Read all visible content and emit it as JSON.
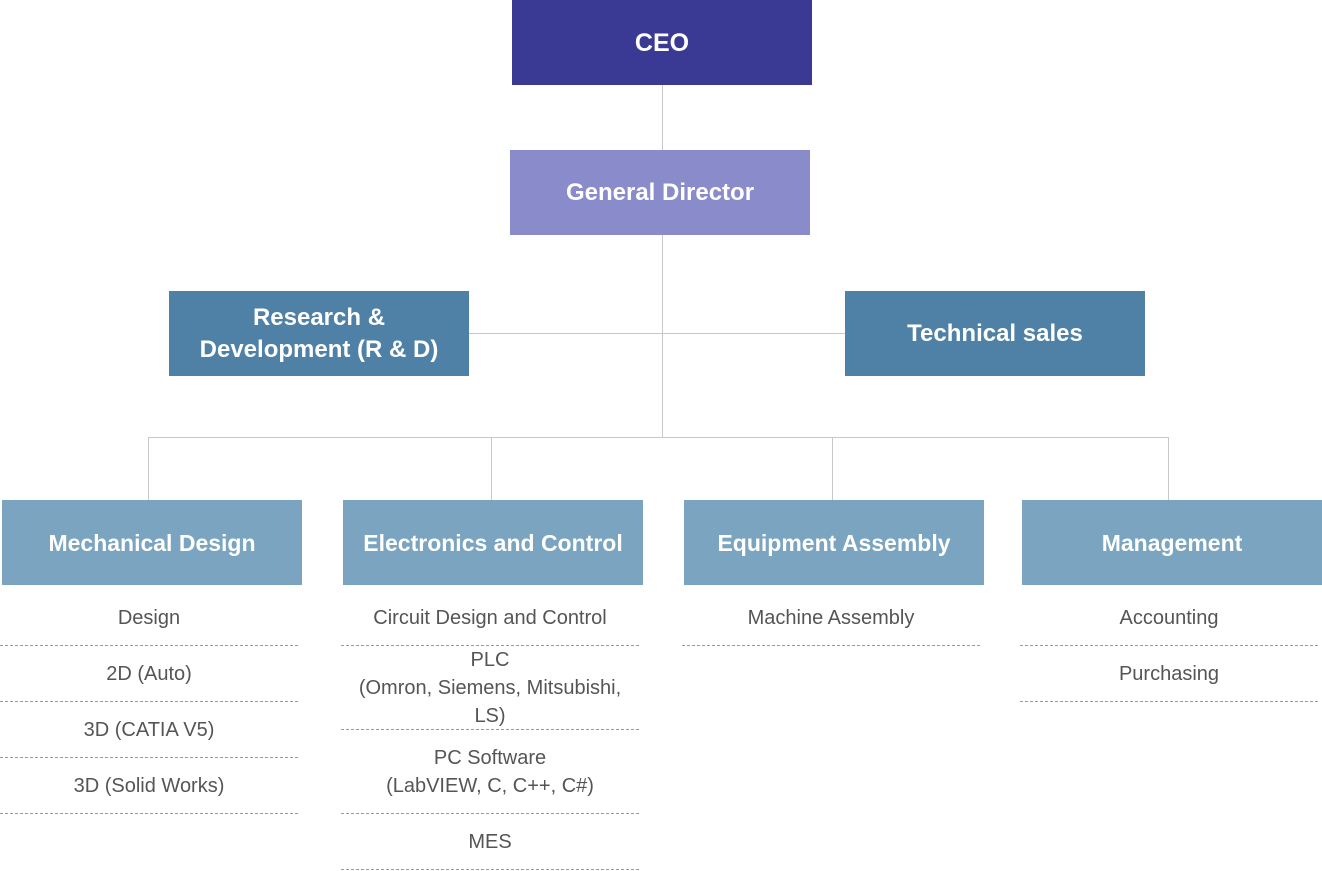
{
  "ceo": {
    "label": "CEO"
  },
  "general_director": {
    "label": "General Director"
  },
  "research_development": {
    "line1": "Research &",
    "line2": "Development (R & D)"
  },
  "technical_sales": {
    "label": "Technical sales"
  },
  "departments": [
    {
      "label": "Mechanical Design",
      "items": [
        {
          "line1": "Design"
        },
        {
          "line1": "2D (Auto)"
        },
        {
          "line1": "3D (CATIA V5)"
        },
        {
          "line1": "3D (Solid Works)"
        }
      ]
    },
    {
      "label": "Electronics and Control",
      "items": [
        {
          "line1": "Circuit Design and Control"
        },
        {
          "line1": "PLC",
          "line2": "(Omron, Siemens, Mitsubishi, LS)"
        },
        {
          "line1": "PC Software",
          "line2": "(LabVIEW, C, C++, C#)"
        },
        {
          "line1": "MES"
        }
      ]
    },
    {
      "label": "Equipment Assembly",
      "items": [
        {
          "line1": "Machine Assembly"
        }
      ]
    },
    {
      "label": "Management",
      "items": [
        {
          "line1": "Accounting"
        },
        {
          "line1": "Purchasing"
        }
      ]
    }
  ],
  "colors": {
    "ceo": "#3a3a94",
    "general_director": "#8a8bcb",
    "division": "#4f81a6",
    "department": "#7aa4c0",
    "connector": "#c8c8c8",
    "item_text": "#555555"
  }
}
